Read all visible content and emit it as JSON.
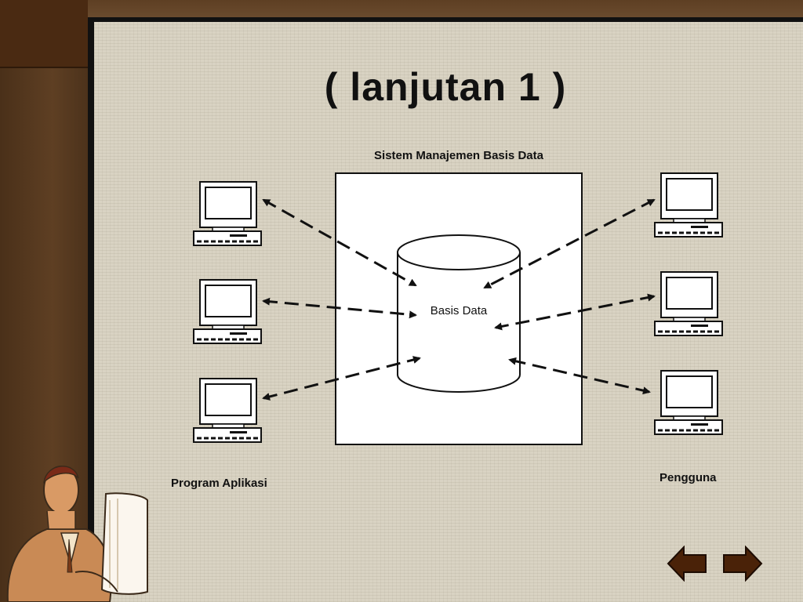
{
  "slide": {
    "title": "( lanjutan 1 )",
    "dbms_label": "Sistem Manajemen Basis Data",
    "database_label": "Basis Data",
    "left_group_label": "Program Aplikasi",
    "right_group_label": "Pengguna"
  },
  "navigation": {
    "prev_icon": "left-arrow-icon",
    "next_icon": "right-arrow-icon"
  },
  "colors": {
    "frame": "#5a3d22",
    "slide_background": "#d9d3c3",
    "nav_arrow": "#4a2208"
  }
}
